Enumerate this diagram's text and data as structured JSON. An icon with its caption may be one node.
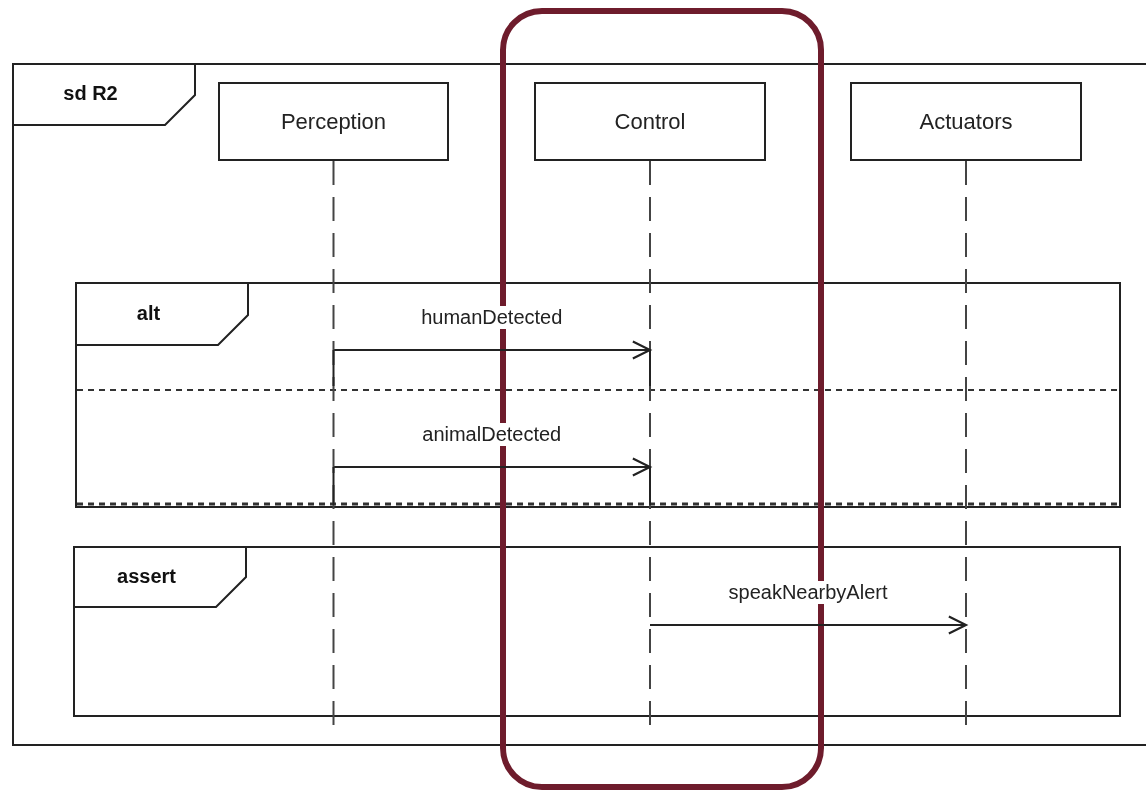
{
  "diagram": {
    "nodes": [
      {
        "text": [
          "sd R2"
        ]
      },
      {
        "text": [
          "Perception"
        ],
        "in": 0
      },
      {
        "text": [],
        "shape": "box"
      },
      {
        "text": [
          "Control"
        ],
        "in": 2
      },
      {
        "text": [
          "Actuators"
        ],
        "in": 0
      },
      {
        "text": [
          "alt"
        ],
        "in": 0
      },
      {
        "text": [
          "assert"
        ],
        "in": 0
      }
    ],
    "edges": [
      {
        "from": 1,
        "to": 3,
        "arrow": "to",
        "label": "humanDetected"
      },
      {
        "from": 1,
        "to": 3,
        "arrow": "to",
        "label": "animalDetected"
      },
      {
        "from": 3,
        "to": 4,
        "arrow": "to",
        "label": "speakNearbyAlert"
      }
    ]
  }
}
